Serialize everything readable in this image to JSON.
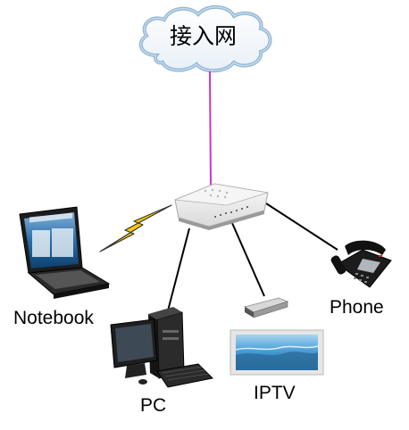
{
  "internet": {
    "label": "接入网"
  },
  "devices": {
    "notebook": "Notebook",
    "phone": "Phone",
    "pc": "PC",
    "iptv": "IPTV"
  },
  "colors": {
    "uplink": "#cc33cc",
    "links": "#000000",
    "wireless": "#ffcc00",
    "cloud_stroke": "#7fa8cc"
  },
  "icons": {
    "cloud": "cloud-icon",
    "router": "router-icon",
    "wireless": "lightning-icon",
    "notebook": "laptop-icon",
    "pc": "desktop-computer-icon",
    "stb": "set-top-box-icon",
    "tv": "tv-icon",
    "phone": "desk-phone-icon"
  }
}
